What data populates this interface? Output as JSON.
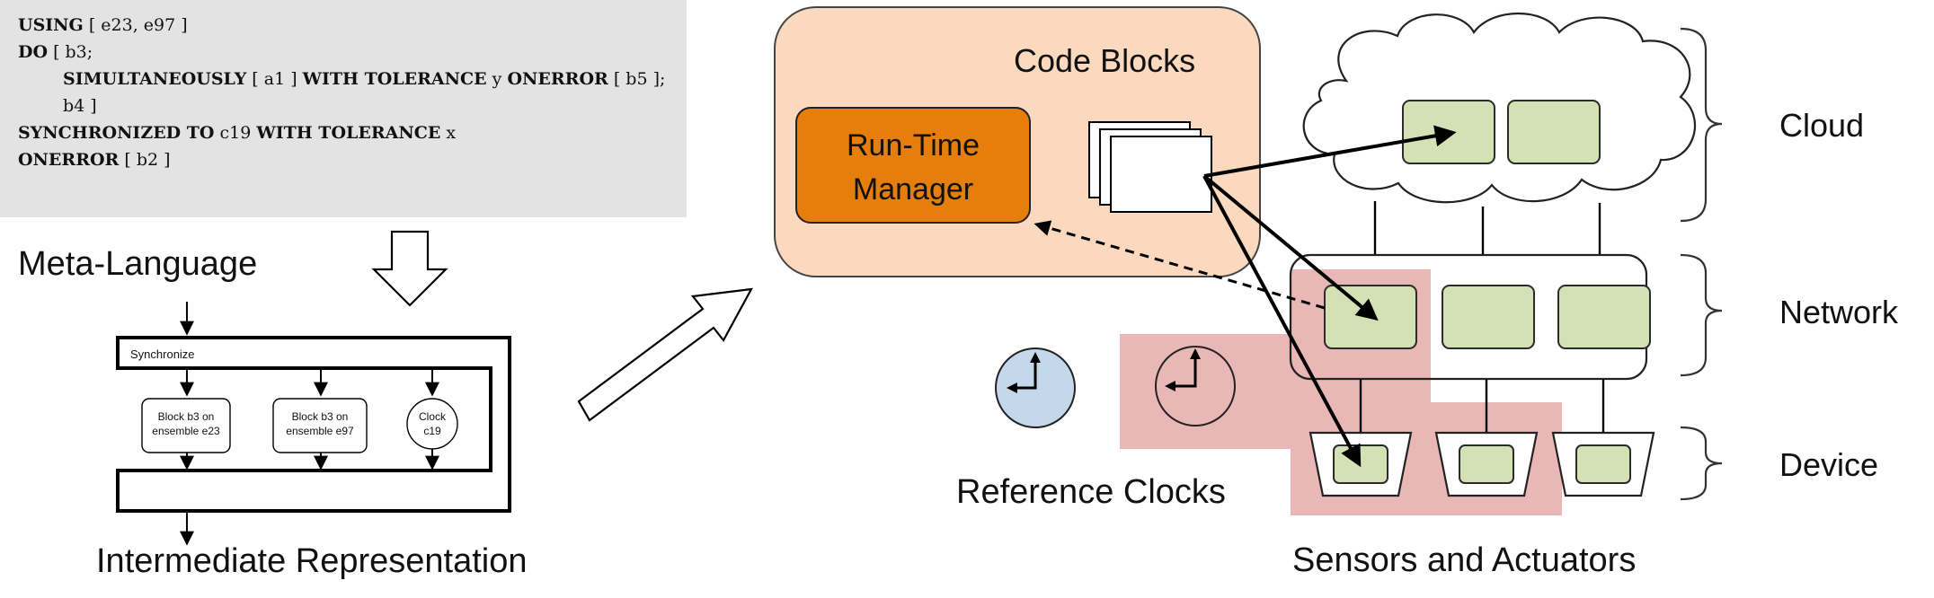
{
  "code": {
    "lines": [
      [
        {
          "t": "USING",
          "b": true
        },
        {
          "t": " [ e23, e97 ]",
          "b": false
        }
      ],
      [
        {
          "t": "DO",
          "b": true
        },
        {
          "t": " [ b3;",
          "b": false
        }
      ],
      [
        {
          "t": "SIMULTANEOUSLY",
          "b": true
        },
        {
          "t": " [ a1 ] ",
          "b": false
        },
        {
          "t": "WITH TOLERANCE",
          "b": true
        },
        {
          "t": " y ",
          "b": false
        },
        {
          "t": "ONERROR",
          "b": true
        },
        {
          "t": " [ b5 ];",
          "b": false
        }
      ],
      [
        {
          "t": "b4 ]",
          "b": false
        }
      ],
      [
        {
          "t": "SYNCHRONIZED TO",
          "b": true
        },
        {
          "t": " c19 ",
          "b": false
        },
        {
          "t": "WITH TOLERANCE",
          "b": true
        },
        {
          "t": " x",
          "b": false
        }
      ],
      [
        {
          "t": "ONERROR",
          "b": true
        },
        {
          "t": " [ b2 ]",
          "b": false
        }
      ]
    ]
  },
  "labels": {
    "meta_language": "Meta-Language",
    "intermediate_representation": "Intermediate Representation",
    "synchronize": "Synchronize",
    "block_e23_l1": "Block b3 on",
    "block_e23_l2": "ensemble e23",
    "block_e97_l1": "Block b3 on",
    "block_e97_l2": "ensemble e97",
    "clock_l1": "Clock",
    "clock_l2": "c19",
    "code_blocks": "Code Blocks",
    "runtime_l1": "Run-Time",
    "runtime_l2": "Manager",
    "reference_clocks": "Reference Clocks",
    "sensors_actuators": "Sensors and Actuators",
    "cloud": "Cloud",
    "network": "Network",
    "device": "Device"
  },
  "colors": {
    "code_bg": "#e3e3e3",
    "code_blocks_fill": "#fbd9bf",
    "runtime_fill": "#e67e0c",
    "block_green": "#d3e1b5",
    "block_green_stroke": "#2b2b2b",
    "highlight_red": "#e9b7b5",
    "clock_blue": "#c5d7ea"
  }
}
